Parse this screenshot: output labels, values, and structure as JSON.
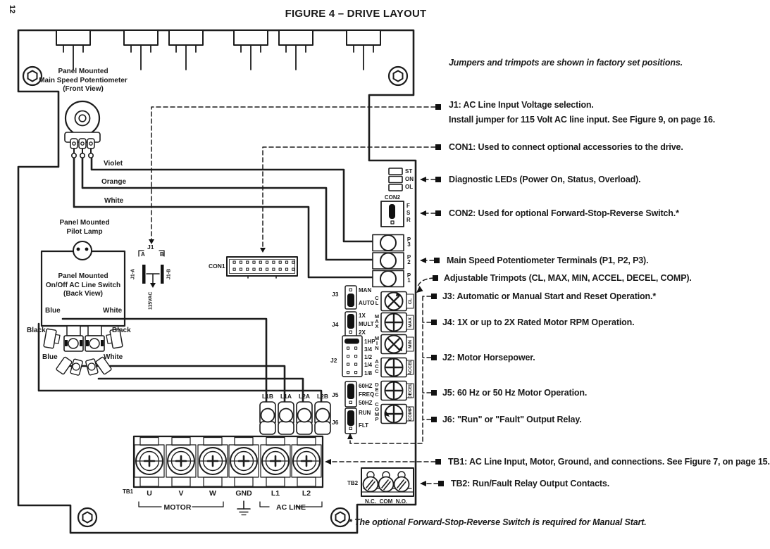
{
  "page": {
    "number": "12",
    "title": "FIGURE 4  – DRIVE LAYOUT",
    "note": "Jumpers and trimpots are shown in factory set positions.",
    "footnote": "* The optional Forward-Stop-Reverse Switch is required for Manual Start."
  },
  "pot": {
    "line1": "Panel Mounted",
    "line2": "Main Speed Potentiometer",
    "line3": "(Front View)"
  },
  "pilot": {
    "line1": "Panel Mounted",
    "line2": "Pilot Lamp"
  },
  "switch": {
    "line1": "Panel Mounted",
    "line2": "On/Off AC Line Switch",
    "line3": "(Back View)",
    "blue_top": "Blue",
    "white_top": "White",
    "black_left": "Black",
    "black_right": "Black",
    "blue_bottom": "Blue",
    "white_bottom": "White"
  },
  "wires": {
    "violet": "Violet",
    "orange": "Orange",
    "white": "White"
  },
  "j1": {
    "label": "J1",
    "pin_a": "A",
    "pin_b": "B",
    "bar_a": "J1-A",
    "bar_b": "J1-B",
    "voltage": "115VAC"
  },
  "con1": {
    "label": "CON1"
  },
  "leds": {
    "st": "ST",
    "on": "ON",
    "ol": "OL"
  },
  "con2": {
    "label": "CON2",
    "f": "F",
    "s": "S",
    "r": "R"
  },
  "pot_terminals": {
    "p3": "P3",
    "p2": "P2",
    "p1": "P1"
  },
  "trimpots": [
    {
      "stack": "CL",
      "side": "CL"
    },
    {
      "stack": "MAX",
      "side": "MAX"
    },
    {
      "stack": "MIN",
      "side": "MIN"
    },
    {
      "stack": "ACC",
      "side": "ACCEL"
    },
    {
      "stack": "DEC",
      "side": "DECEL"
    },
    {
      "stack": "COMP",
      "side": "COMP"
    }
  ],
  "jumpers": {
    "j3": {
      "label": "J3",
      "opt1": "MAN",
      "opt2": "AUTO"
    },
    "j4": {
      "label": "J4",
      "opt1": "1X",
      "opt2": "MULT",
      "opt3": "2X"
    },
    "j2": {
      "label": "J2",
      "opt1": "1HP",
      "opt2": "3/4",
      "opt3": "1/2",
      "opt4": "1/4",
      "opt5": "1/8"
    },
    "j5": {
      "label": "J5",
      "opt1": "60HZ",
      "opt2": "FREQ",
      "opt3": "50HZ"
    },
    "j6": {
      "label": "J6",
      "opt1": "RUN",
      "opt2": "FLT"
    }
  },
  "fast_terminals": {
    "t1": "L1B",
    "t2": "L1A",
    "t3": "L2A",
    "t4": "L2B"
  },
  "tb1": {
    "label": "TB1",
    "u": "U",
    "v": "V",
    "w": "W",
    "gnd": "GND",
    "l1": "L1",
    "l2": "L2",
    "motor": "MOTOR",
    "ac_line": "AC LINE"
  },
  "tb2": {
    "label": "TB2",
    "nc": "N.C.",
    "com": "COM",
    "no": "N.O."
  },
  "annotations": {
    "j1_line1": "J1: AC Line Input Voltage selection.",
    "j1_line2": "Install jumper for 115 Volt AC line input. See Figure 9, on page 16.",
    "con1": "CON1: Used to connect optional accessories to the drive.",
    "leds": "Diagnostic LEDs (Power On, Status, Overload).",
    "con2": "CON2: Used for optional Forward-Stop-Reverse Switch.*",
    "pot_terminals": "Main Speed Potentiometer Terminals (P1, P2, P3).",
    "trimpots": "Adjustable Trimpots (CL, MAX, MIN, ACCEL, DECEL, COMP).",
    "j3": "J3: Automatic or Manual Start and Reset Operation.*",
    "j4": "J4: 1X or up to 2X Rated Motor RPM Operation.",
    "j2": "J2: Motor Horsepower.",
    "j5": "J5: 60 Hz or 50 Hz Motor Operation.",
    "j6": "J6: \"Run\" or \"Fault\" Output Relay.",
    "tb1": "TB1: AC Line Input, Motor, Ground, and connections. See Figure 7, on page 15.",
    "tb2": "TB2: Run/Fault Relay Output Contacts."
  }
}
